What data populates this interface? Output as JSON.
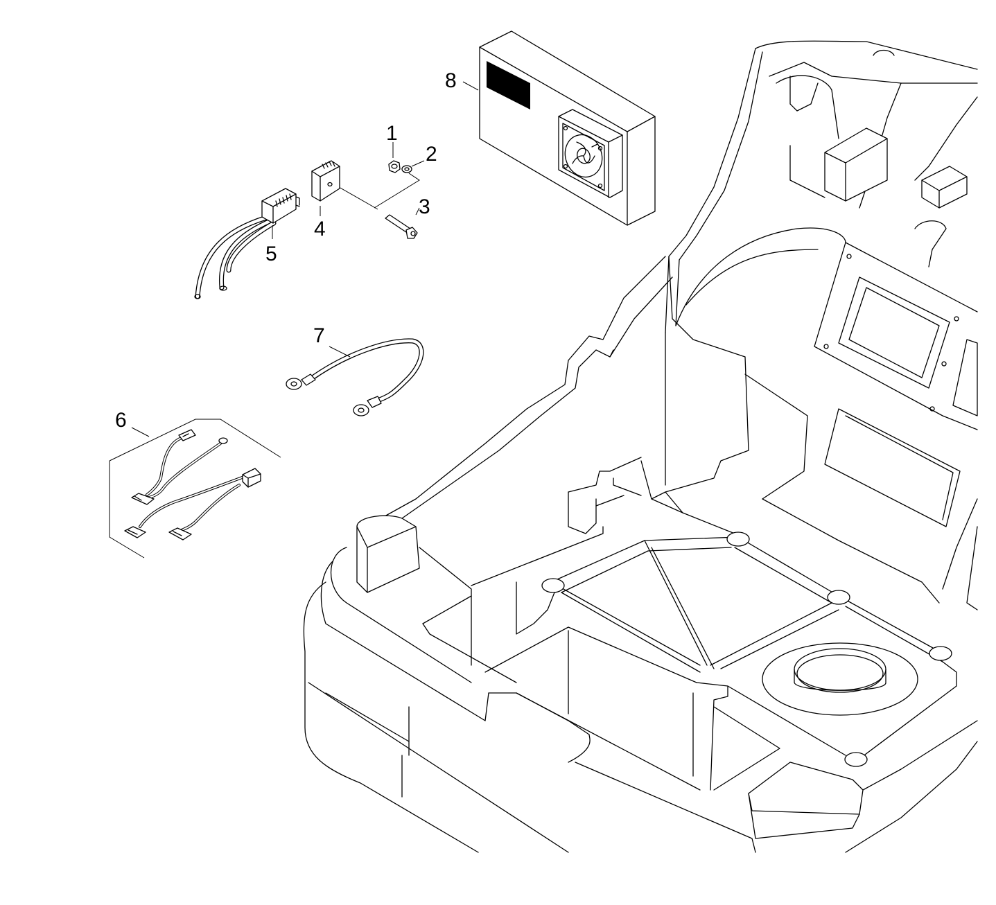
{
  "diagram": {
    "callouts": [
      {
        "id": "nut",
        "label": "1"
      },
      {
        "id": "washer",
        "label": "2"
      },
      {
        "id": "screw",
        "label": "3"
      },
      {
        "id": "connector-bracket",
        "label": "4"
      },
      {
        "id": "connector-harness",
        "label": "5"
      },
      {
        "id": "wire-harness-kit",
        "label": "6"
      },
      {
        "id": "ground-cable",
        "label": "7"
      },
      {
        "id": "fan-module",
        "label": "8"
      }
    ]
  }
}
